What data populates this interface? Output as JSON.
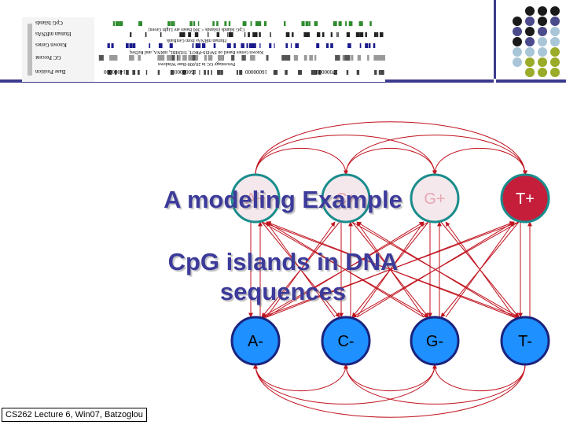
{
  "browser_image": {
    "rows": [
      "CpG Islands",
      "Human mRNAs",
      "Known Genes",
      "GC Percent",
      "Base Position"
    ],
    "tick_labels": [
      "14000000",
      "15000000",
      "16000000",
      "17000000"
    ],
    "track_captions": [
      "CpG Islands (Islands < 300 Bases are Light Green)",
      "Human mRNAs from GenBank",
      "Known Genes Based on SWISS-PROT, TrEMBL, mRNA, and RefSeq",
      "Percentage GC in 20,000-Base Windows"
    ]
  },
  "nodes": {
    "top": [
      "A+",
      "C+",
      "G+",
      "T+"
    ],
    "bottom": [
      "A-",
      "C-",
      "G-",
      "T-"
    ]
  },
  "title": "A modeling Example",
  "subtitle": "CpG islands in DNA sequences",
  "footer": "CS262 Lecture 6, Win07, Batzoglou",
  "colors": {
    "accent": "#3c3a8e",
    "node_plus_fill": "#c41e3a",
    "node_plus_stroke": "#1a8c8c",
    "node_minus_fill": "#1e90ff",
    "node_minus_stroke": "#1a237e",
    "edges": "#c0121e",
    "dot_dark": "#1a1a1a",
    "dot_purple": "#4a4a8c",
    "dot_lightblue": "#a9c6d8",
    "dot_olive": "#9aab2a"
  }
}
